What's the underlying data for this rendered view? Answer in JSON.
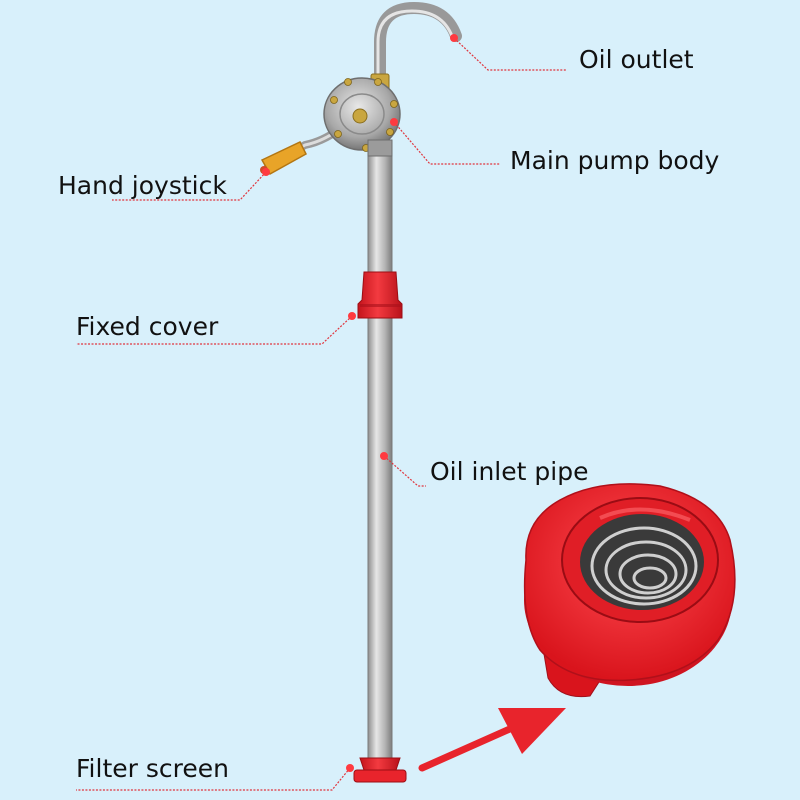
{
  "diagram": {
    "labels": {
      "oil_outlet": "Oil outlet",
      "main_pump_body": "Main pump body",
      "hand_joystick": "Hand joystick",
      "fixed_cover": "Fixed cover",
      "oil_inlet_pipe": "Oil inlet pipe",
      "filter_screen": "Filter screen"
    },
    "colors": {
      "background": "#d8f0fb",
      "leader_line": "#e0343c",
      "accent_red": "#e8242c",
      "pipe_metal": "#b9b9b9",
      "handle_yellow": "#e8a428"
    },
    "icons": [
      "arrow-icon"
    ]
  }
}
